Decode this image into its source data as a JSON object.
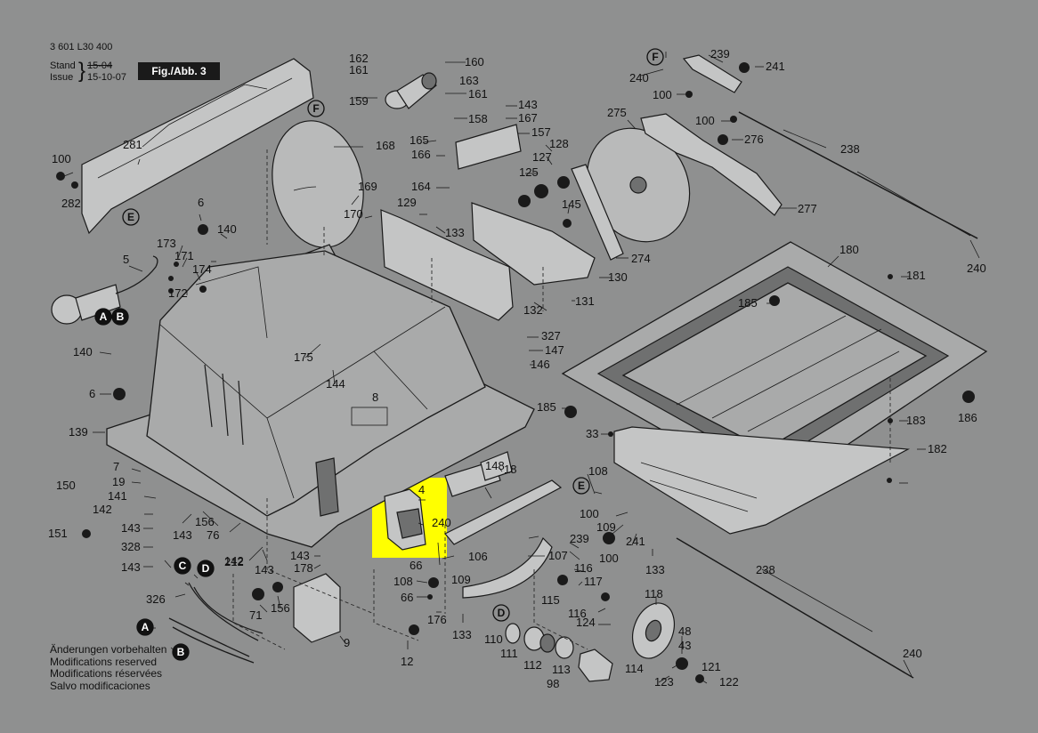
{
  "header": {
    "doc_number": "3 601 L30 400",
    "stand_label": "Stand",
    "stand_old": "15-04",
    "issue_label": "Issue",
    "issue_date": "15-10-07",
    "figure": "Fig./Abb. 3"
  },
  "notes": [
    "Änderungen vorbehalten",
    "Modifications reserved",
    "Modifications réservées",
    "Salvo modificaciones"
  ],
  "highlight_color": "#ffff00",
  "parts": [
    "162",
    "161",
    "160",
    "163",
    "161",
    "143",
    "167",
    "158",
    "157",
    "159",
    "168",
    "165",
    "166",
    "128",
    "127",
    "125",
    "164",
    "145",
    "169",
    "170",
    "129",
    "133",
    "6",
    "140",
    "173",
    "171",
    "174",
    "172",
    "5",
    "281",
    "100",
    "282",
    "275",
    "239",
    "241",
    "240",
    "100",
    "100",
    "276",
    "238",
    "277",
    "180",
    "181",
    "185",
    "274",
    "130",
    "132",
    "131",
    "327",
    "147",
    "146",
    "175",
    "144",
    "140",
    "8",
    "6",
    "139",
    "185",
    "183",
    "186",
    "182",
    "33",
    "7",
    "19",
    "141",
    "142",
    "156",
    "76",
    "143",
    "328",
    "143",
    "150",
    "151",
    "143",
    "142",
    "143",
    "212",
    "326",
    "71",
    "156",
    "143",
    "178",
    "9",
    "148",
    "18",
    "4",
    "240",
    "108",
    "100",
    "109",
    "239",
    "241",
    "100",
    "133",
    "107",
    "106",
    "66",
    "108",
    "66",
    "176",
    "109",
    "133",
    "116",
    "117",
    "115",
    "116",
    "124",
    "118",
    "48",
    "43",
    "110",
    "111",
    "112",
    "113",
    "114",
    "121",
    "123",
    "98",
    "122",
    "12",
    "238",
    "240",
    "240"
  ],
  "letters": [
    "F",
    "E",
    "A",
    "B",
    "C",
    "D",
    "A",
    "B",
    "D",
    "F",
    "E"
  ]
}
